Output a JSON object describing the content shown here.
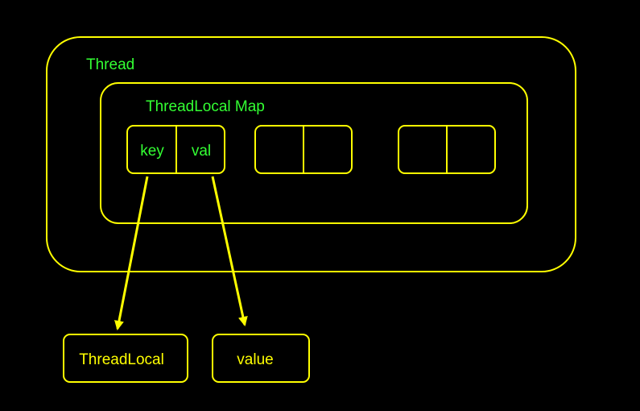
{
  "colors": {
    "background": "#000000",
    "stroke": "#ffff00",
    "label_green": "#33ff33",
    "label_yellow": "#ffff00"
  },
  "thread": {
    "label": "Thread"
  },
  "map": {
    "label": "ThreadLocal Map",
    "entries": [
      {
        "key": "key",
        "val": "val"
      },
      {
        "key": "",
        "val": ""
      },
      {
        "key": "",
        "val": ""
      }
    ]
  },
  "targets": {
    "threadlocal_label": "ThreadLocal",
    "value_label": "value"
  }
}
